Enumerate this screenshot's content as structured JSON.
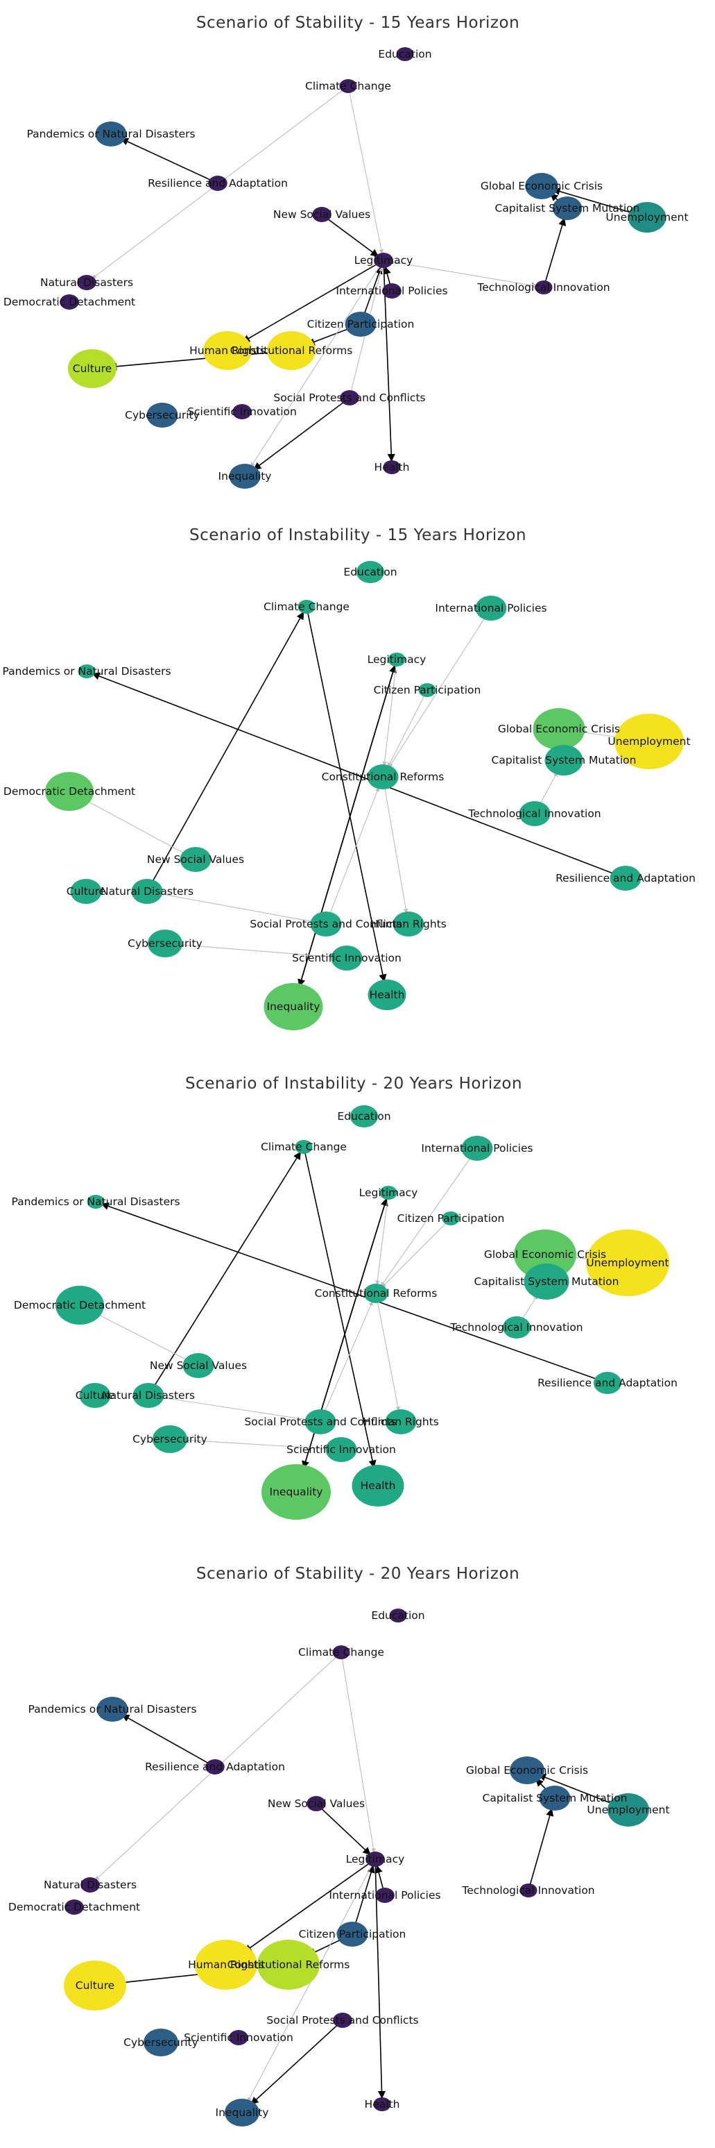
{
  "colors": {
    "edge_dark": "#000000",
    "edge_light": "#bdbdbd",
    "purple": "#3b1e5c",
    "navy": "#2c5e86",
    "teal": "#1f8f86",
    "green_teal": "#21a884",
    "green": "#5cc863",
    "lime": "#b5de2b",
    "yellow": "#f4e21f"
  },
  "panels": [
    {
      "id": "stability-15",
      "title": "Scenario of Stability - 15 Years Horizon",
      "nodes": [
        {
          "key": "education",
          "label": "Education",
          "color": "purple"
        },
        {
          "key": "climate",
          "label": "Climate Change",
          "color": "purple"
        },
        {
          "key": "pandemics",
          "label": "Pandemics or Natural Disasters",
          "color": "navy"
        },
        {
          "key": "resilience",
          "label": "Resilience and Adaptation",
          "color": "purple"
        },
        {
          "key": "global",
          "label": "Global Economic Crisis",
          "color": "navy"
        },
        {
          "key": "capitalist",
          "label": "Capitalist System Mutation",
          "color": "navy"
        },
        {
          "key": "unemployment",
          "label": "Unemployment",
          "color": "teal"
        },
        {
          "key": "newsocial",
          "label": "New Social Values",
          "color": "purple"
        },
        {
          "key": "legitimacy",
          "label": "Legitimacy",
          "color": "purple"
        },
        {
          "key": "natural",
          "label": "Natural Disasters",
          "color": "purple"
        },
        {
          "key": "democratic",
          "label": "Democratic Detachment",
          "color": "purple"
        },
        {
          "key": "techinno",
          "label": "Technological Innovation",
          "color": "purple"
        },
        {
          "key": "intl",
          "label": "International Policies",
          "color": "purple"
        },
        {
          "key": "citizen",
          "label": "Citizen Participation",
          "color": "navy"
        },
        {
          "key": "humanrights",
          "label": "Human Rights",
          "color": "yellow"
        },
        {
          "key": "constitutional",
          "label": "Constitutional Reforms",
          "color": "yellow"
        },
        {
          "key": "culture",
          "label": "Culture",
          "color": "lime"
        },
        {
          "key": "protests",
          "label": "Social Protests and Conflicts",
          "color": "purple"
        },
        {
          "key": "cyber",
          "label": "Cybersecurity",
          "color": "navy"
        },
        {
          "key": "scientific",
          "label": "Scientific Innovation",
          "color": "purple"
        },
        {
          "key": "inequality",
          "label": "Inequality",
          "color": "navy"
        },
        {
          "key": "health",
          "label": "Health",
          "color": "purple"
        }
      ],
      "edges": [
        {
          "from": "climate",
          "to": "legitimacy",
          "style": "light"
        },
        {
          "from": "climate",
          "to": "natural",
          "style": "light"
        },
        {
          "from": "resilience",
          "to": "pandemics",
          "style": "dark"
        },
        {
          "from": "newsocial",
          "to": "legitimacy",
          "style": "dark"
        },
        {
          "from": "intl",
          "to": "legitimacy",
          "style": "dark"
        },
        {
          "from": "citizen",
          "to": "legitimacy",
          "style": "dark"
        },
        {
          "from": "legitimacy",
          "to": "humanrights",
          "style": "dark"
        },
        {
          "from": "legitimacy",
          "to": "health",
          "style": "dark"
        },
        {
          "from": "citizen",
          "to": "constitutional",
          "style": "dark"
        },
        {
          "from": "constitutional",
          "to": "culture",
          "style": "dark"
        },
        {
          "from": "protests",
          "to": "inequality",
          "style": "dark"
        },
        {
          "from": "legitimacy",
          "to": "inequality",
          "style": "light"
        },
        {
          "from": "legitimacy",
          "to": "techinno",
          "style": "light"
        },
        {
          "from": "techinno",
          "to": "capitalist",
          "style": "dark"
        },
        {
          "from": "capitalist",
          "to": "global",
          "style": "dark"
        },
        {
          "from": "unemployment",
          "to": "global",
          "style": "dark"
        },
        {
          "from": "protests",
          "to": "legitimacy",
          "style": "light"
        }
      ]
    },
    {
      "id": "instability-15",
      "title": "Scenario of Instability - 15 Years Horizon",
      "nodes": [
        {
          "key": "education",
          "label": "Education",
          "color": "green_teal"
        },
        {
          "key": "climate",
          "label": "Climate Change",
          "color": "green_teal"
        },
        {
          "key": "intl",
          "label": "International Policies",
          "color": "green_teal"
        },
        {
          "key": "legitimacy",
          "label": "Legitimacy",
          "color": "green_teal"
        },
        {
          "key": "pandemics",
          "label": "Pandemics or Natural Disasters",
          "color": "green_teal"
        },
        {
          "key": "citizen",
          "label": "Citizen Participation",
          "color": "green_teal"
        },
        {
          "key": "global",
          "label": "Global Economic Crisis",
          "color": "green"
        },
        {
          "key": "unemployment",
          "label": "Unemployment",
          "color": "yellow"
        },
        {
          "key": "capitalist",
          "label": "Capitalist System Mutation",
          "color": "green_teal"
        },
        {
          "key": "democratic",
          "label": "Democratic Detachment",
          "color": "green"
        },
        {
          "key": "constitutional",
          "label": "Constitutional Reforms",
          "color": "green_teal"
        },
        {
          "key": "techinno",
          "label": "Technological Innovation",
          "color": "green_teal"
        },
        {
          "key": "resilience",
          "label": "Resilience and Adaptation",
          "color": "green_teal"
        },
        {
          "key": "newsocial",
          "label": "New Social Values",
          "color": "green_teal"
        },
        {
          "key": "culture",
          "label": "Culture",
          "color": "green_teal"
        },
        {
          "key": "natural",
          "label": "Natural Disasters",
          "color": "green_teal"
        },
        {
          "key": "protests",
          "label": "Social Protests and Conflicts",
          "color": "green_teal"
        },
        {
          "key": "humanrights",
          "label": "Human Rights",
          "color": "green_teal"
        },
        {
          "key": "cyber",
          "label": "Cybersecurity",
          "color": "green_teal"
        },
        {
          "key": "scientific",
          "label": "Scientific Innovation",
          "color": "green_teal"
        },
        {
          "key": "inequality",
          "label": "Inequality",
          "color": "green"
        },
        {
          "key": "health",
          "label": "Health",
          "color": "green_teal"
        }
      ],
      "edges": [
        {
          "from": "natural",
          "to": "climate",
          "style": "dark"
        },
        {
          "from": "climate",
          "to": "health",
          "style": "dark"
        },
        {
          "from": "resilience",
          "to": "pandemics",
          "style": "dark"
        },
        {
          "from": "newsocial",
          "to": "democratic",
          "style": "light"
        },
        {
          "from": "inequality",
          "to": "legitimacy",
          "style": "dark"
        },
        {
          "from": "legitimacy",
          "to": "inequality",
          "style": "dark"
        },
        {
          "from": "intl",
          "to": "constitutional",
          "style": "light"
        },
        {
          "from": "citizen",
          "to": "constitutional",
          "style": "light"
        },
        {
          "from": "legitimacy",
          "to": "constitutional",
          "style": "light"
        },
        {
          "from": "constitutional",
          "to": "humanrights",
          "style": "light"
        },
        {
          "from": "protests",
          "to": "constitutional",
          "style": "light"
        },
        {
          "from": "techinno",
          "to": "capitalist",
          "style": "light"
        },
        {
          "from": "global",
          "to": "unemployment",
          "style": "light"
        },
        {
          "from": "cyber",
          "to": "scientific",
          "style": "light"
        },
        {
          "from": "natural",
          "to": "protests",
          "style": "light"
        }
      ]
    },
    {
      "id": "instability-20",
      "title": "Scenario of Instability - 20 Years Horizon",
      "nodes": [
        {
          "key": "education",
          "label": "Education",
          "color": "green_teal"
        },
        {
          "key": "climate",
          "label": "Climate Change",
          "color": "green_teal"
        },
        {
          "key": "intl",
          "label": "International Policies",
          "color": "green_teal"
        },
        {
          "key": "legitimacy",
          "label": "Legitimacy",
          "color": "green_teal"
        },
        {
          "key": "pandemics",
          "label": "Pandemics or Natural Disasters",
          "color": "green_teal"
        },
        {
          "key": "citizen",
          "label": "Citizen Participation",
          "color": "green_teal"
        },
        {
          "key": "global",
          "label": "Global Economic Crisis",
          "color": "green"
        },
        {
          "key": "unemployment",
          "label": "Unemployment",
          "color": "yellow"
        },
        {
          "key": "capitalist",
          "label": "Capitalist System Mutation",
          "color": "green_teal"
        },
        {
          "key": "democratic",
          "label": "Democratic Detachment",
          "color": "green_teal"
        },
        {
          "key": "constitutional",
          "label": "Constitutional Reforms",
          "color": "green_teal"
        },
        {
          "key": "techinno",
          "label": "Technological Innovation",
          "color": "green_teal"
        },
        {
          "key": "resilience",
          "label": "Resilience and Adaptation",
          "color": "green_teal"
        },
        {
          "key": "newsocial",
          "label": "New Social Values",
          "color": "green_teal"
        },
        {
          "key": "culture",
          "label": "Culture",
          "color": "green_teal"
        },
        {
          "key": "natural",
          "label": "Natural Disasters",
          "color": "green_teal"
        },
        {
          "key": "protests",
          "label": "Social Protests and Conflicts",
          "color": "green_teal"
        },
        {
          "key": "humanrights",
          "label": "Human Rights",
          "color": "green_teal"
        },
        {
          "key": "cyber",
          "label": "Cybersecurity",
          "color": "green_teal"
        },
        {
          "key": "scientific",
          "label": "Scientific Innovation",
          "color": "green_teal"
        },
        {
          "key": "inequality",
          "label": "Inequality",
          "color": "green"
        },
        {
          "key": "health",
          "label": "Health",
          "color": "green_teal"
        }
      ],
      "edges": [
        {
          "from": "natural",
          "to": "climate",
          "style": "dark"
        },
        {
          "from": "climate",
          "to": "health",
          "style": "dark"
        },
        {
          "from": "resilience",
          "to": "pandemics",
          "style": "dark"
        },
        {
          "from": "newsocial",
          "to": "democratic",
          "style": "light"
        },
        {
          "from": "inequality",
          "to": "legitimacy",
          "style": "dark"
        },
        {
          "from": "legitimacy",
          "to": "inequality",
          "style": "dark"
        },
        {
          "from": "intl",
          "to": "constitutional",
          "style": "light"
        },
        {
          "from": "citizen",
          "to": "constitutional",
          "style": "light"
        },
        {
          "from": "legitimacy",
          "to": "constitutional",
          "style": "light"
        },
        {
          "from": "constitutional",
          "to": "humanrights",
          "style": "light"
        },
        {
          "from": "protests",
          "to": "constitutional",
          "style": "light"
        },
        {
          "from": "techinno",
          "to": "capitalist",
          "style": "light"
        },
        {
          "from": "global",
          "to": "unemployment",
          "style": "light"
        },
        {
          "from": "cyber",
          "to": "scientific",
          "style": "light"
        },
        {
          "from": "natural",
          "to": "protests",
          "style": "light"
        }
      ]
    },
    {
      "id": "stability-20",
      "title": "Scenario of Stability - 20 Years Horizon",
      "nodes": [
        {
          "key": "education",
          "label": "Education",
          "color": "purple"
        },
        {
          "key": "climate",
          "label": "Climate Change",
          "color": "purple"
        },
        {
          "key": "pandemics",
          "label": "Pandemics or Natural Disasters",
          "color": "navy"
        },
        {
          "key": "resilience",
          "label": "Resilience and Adaptation",
          "color": "purple"
        },
        {
          "key": "global",
          "label": "Global Economic Crisis",
          "color": "navy"
        },
        {
          "key": "capitalist",
          "label": "Capitalist System Mutation",
          "color": "navy"
        },
        {
          "key": "unemployment",
          "label": "Unemployment",
          "color": "teal"
        },
        {
          "key": "newsocial",
          "label": "New Social Values",
          "color": "purple"
        },
        {
          "key": "legitimacy",
          "label": "Legitimacy",
          "color": "purple"
        },
        {
          "key": "natural",
          "label": "Natural Disasters",
          "color": "purple"
        },
        {
          "key": "democratic",
          "label": "Democratic Detachment",
          "color": "purple"
        },
        {
          "key": "techinno",
          "label": "Technological Innovation",
          "color": "purple"
        },
        {
          "key": "intl",
          "label": "International Policies",
          "color": "purple"
        },
        {
          "key": "citizen",
          "label": "Citizen Participation",
          "color": "navy"
        },
        {
          "key": "humanrights",
          "label": "Human Rights",
          "color": "yellow"
        },
        {
          "key": "constitutional",
          "label": "Constitutional Reforms",
          "color": "lime"
        },
        {
          "key": "culture",
          "label": "Culture",
          "color": "yellow"
        },
        {
          "key": "protests",
          "label": "Social Protests and Conflicts",
          "color": "purple"
        },
        {
          "key": "cyber",
          "label": "Cybersecurity",
          "color": "navy"
        },
        {
          "key": "scientific",
          "label": "Scientific Innovation",
          "color": "purple"
        },
        {
          "key": "inequality",
          "label": "Inequality",
          "color": "navy"
        },
        {
          "key": "health",
          "label": "Health",
          "color": "purple"
        }
      ],
      "edges": [
        {
          "from": "climate",
          "to": "legitimacy",
          "style": "light"
        },
        {
          "from": "climate",
          "to": "natural",
          "style": "light"
        },
        {
          "from": "resilience",
          "to": "pandemics",
          "style": "dark"
        },
        {
          "from": "newsocial",
          "to": "legitimacy",
          "style": "dark"
        },
        {
          "from": "intl",
          "to": "legitimacy",
          "style": "dark"
        },
        {
          "from": "citizen",
          "to": "legitimacy",
          "style": "dark"
        },
        {
          "from": "legitimacy",
          "to": "humanrights",
          "style": "dark"
        },
        {
          "from": "legitimacy",
          "to": "health",
          "style": "dark"
        },
        {
          "from": "citizen",
          "to": "constitutional",
          "style": "dark"
        },
        {
          "from": "constitutional",
          "to": "culture",
          "style": "dark"
        },
        {
          "from": "protests",
          "to": "inequality",
          "style": "dark"
        },
        {
          "from": "legitimacy",
          "to": "inequality",
          "style": "light"
        },
        {
          "from": "techinno",
          "to": "capitalist",
          "style": "dark"
        },
        {
          "from": "capitalist",
          "to": "global",
          "style": "dark"
        },
        {
          "from": "unemployment",
          "to": "global",
          "style": "dark"
        }
      ]
    }
  ]
}
